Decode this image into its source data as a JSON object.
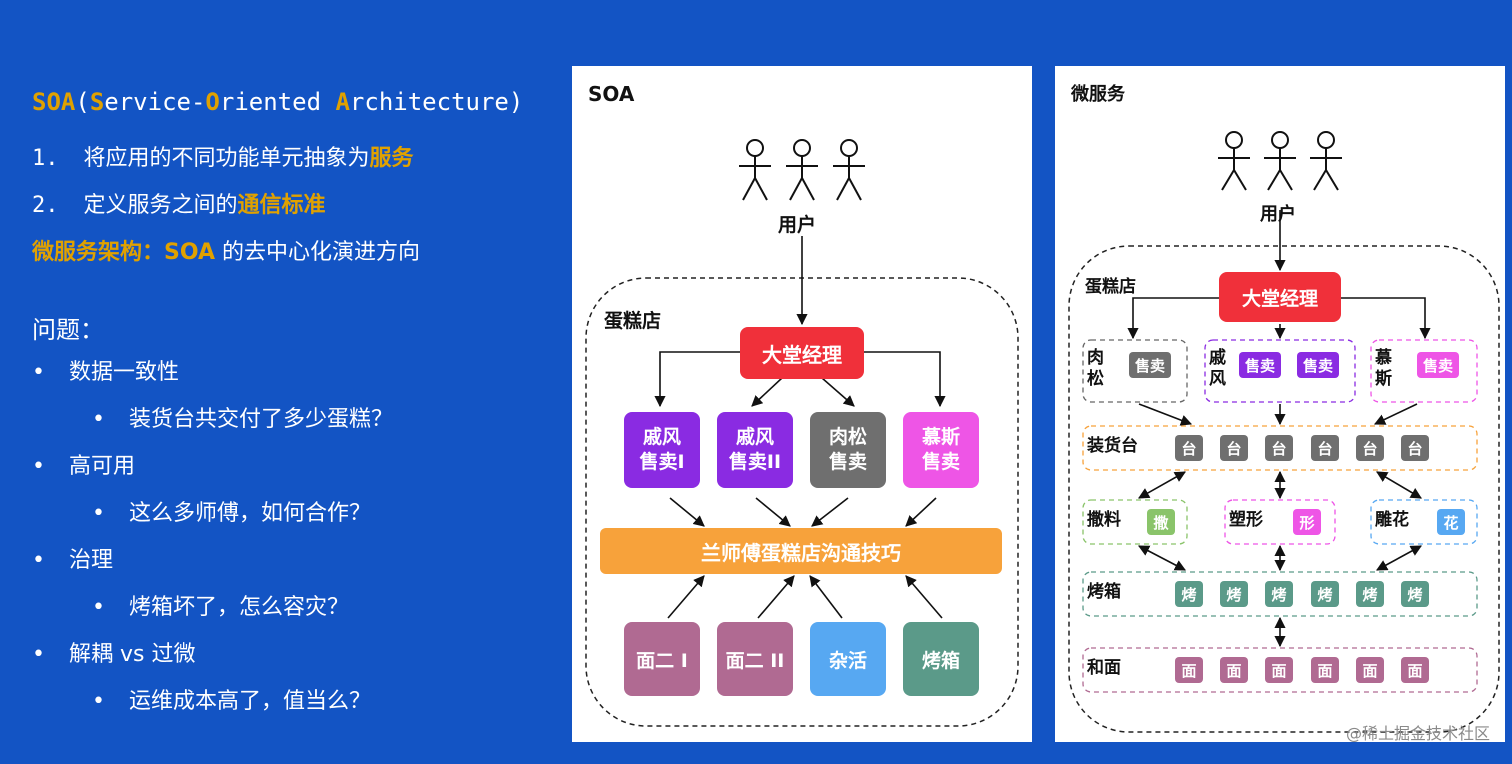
{
  "left": {
    "title": {
      "a": "SOA",
      "b": "(",
      "c": "S",
      "d": "ervice-",
      "e": "O",
      "f": "riented ",
      "g": "A",
      "h": "rchitecture)"
    },
    "p1_num": "1.",
    "p1_text": "将应用的不同功能单元抽象为",
    "p1_em": "服务",
    "p2_num": "2.",
    "p2_text": "定义服务之间的",
    "p2_em": "通信标准",
    "ms_em": "微服务架构：SOA",
    "ms_text": " 的去中心化演进方向",
    "problems": "问题：",
    "bullets": [
      {
        "t": "数据一致性",
        "sub": "装货台共交付了多少蛋糕？"
      },
      {
        "t": "高可用",
        "sub": "这么多师傅，如何合作？"
      },
      {
        "t": "治理",
        "sub": "烤箱坏了，怎么容灾？"
      },
      {
        "t": "解耦 vs 过微",
        "sub": "运维成本高了，值当么？"
      }
    ]
  },
  "soa": {
    "title": "SOA",
    "user": "用户",
    "shop": "蛋糕店",
    "manager": "大堂经理",
    "sellers": [
      [
        "戚风",
        "售卖I"
      ],
      [
        "戚风",
        "售卖II"
      ],
      [
        "肉松",
        "售卖"
      ],
      [
        "慕斯",
        "售卖"
      ]
    ],
    "bus": "兰师傅蛋糕店沟通技巧",
    "workers": [
      "面二 I",
      "面二 II",
      "杂活",
      "烤箱"
    ]
  },
  "micro": {
    "title": "微服务",
    "user": "用户",
    "shop": "蛋糕店",
    "manager": "大堂经理",
    "groups": [
      {
        "name": [
          "肉",
          "松"
        ],
        "chips": [
          "售卖"
        ]
      },
      {
        "name": [
          "戚",
          "风"
        ],
        "chips": [
          "售卖",
          "售卖"
        ]
      },
      {
        "name": [
          "慕",
          "斯"
        ],
        "chips": [
          "售卖"
        ]
      }
    ],
    "loading": "装货台",
    "loading_chip": "台",
    "mid": [
      {
        "name": "撒料",
        "chip": "撒"
      },
      {
        "name": "塑形",
        "chip": "形"
      },
      {
        "name": "雕花",
        "chip": "花"
      }
    ],
    "oven": "烤箱",
    "oven_chip": "烤",
    "dough": "和面",
    "dough_chip": "面"
  },
  "watermark": "@稀土掘金技术社区",
  "colors": {
    "red": "#f0303a",
    "purple": "#8a2be2",
    "gray": "#6f6f6f",
    "pink": "#ee55e6",
    "orange": "#f7a23b",
    "mauve": "#b06a92",
    "blue": "#57a8f2",
    "teal": "#5b9a89",
    "green": "#8ac46a",
    "gold": "#e0a100"
  }
}
